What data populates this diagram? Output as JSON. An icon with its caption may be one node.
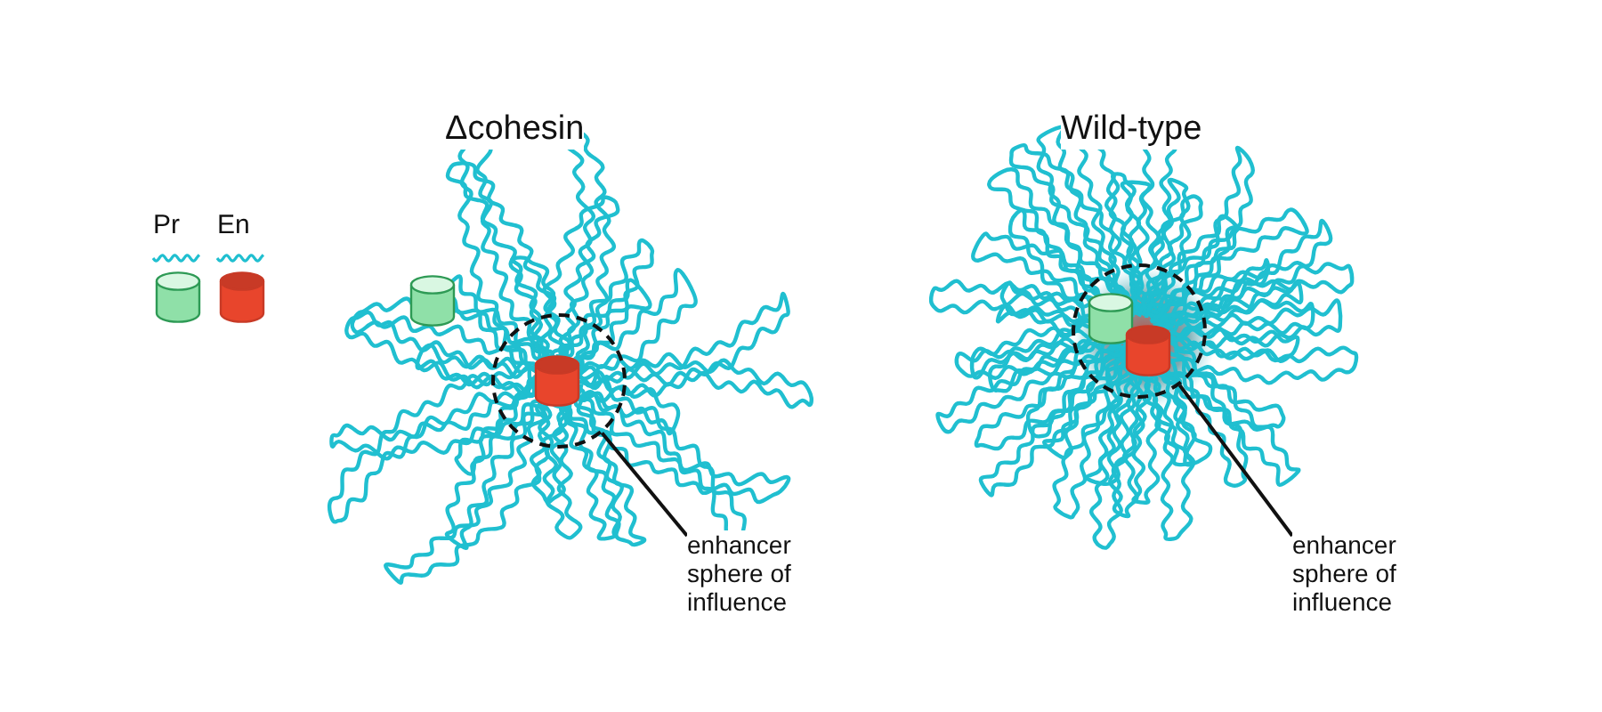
{
  "diagram": {
    "nodes": [
      {
        "text": [],
        "shape": "circle"
      },
      {
        "text": [
          "enhancer sphere of influence"
        ]
      },
      {
        "text": [],
        "shape": "circle"
      },
      {
        "text": [
          "enhancer sphere of influence"
        ]
      }
    ],
    "edges": [
      {
        "from": 1,
        "to": 0,
        "arrow": "none"
      },
      {
        "from": 3,
        "to": 2,
        "arrow": "none"
      }
    ],
    "labels": [
      "Δcohesin",
      "Wild-type"
    ],
    "legend": [
      {
        "text": "Pr"
      },
      {
        "text": "En"
      }
    ]
  }
}
